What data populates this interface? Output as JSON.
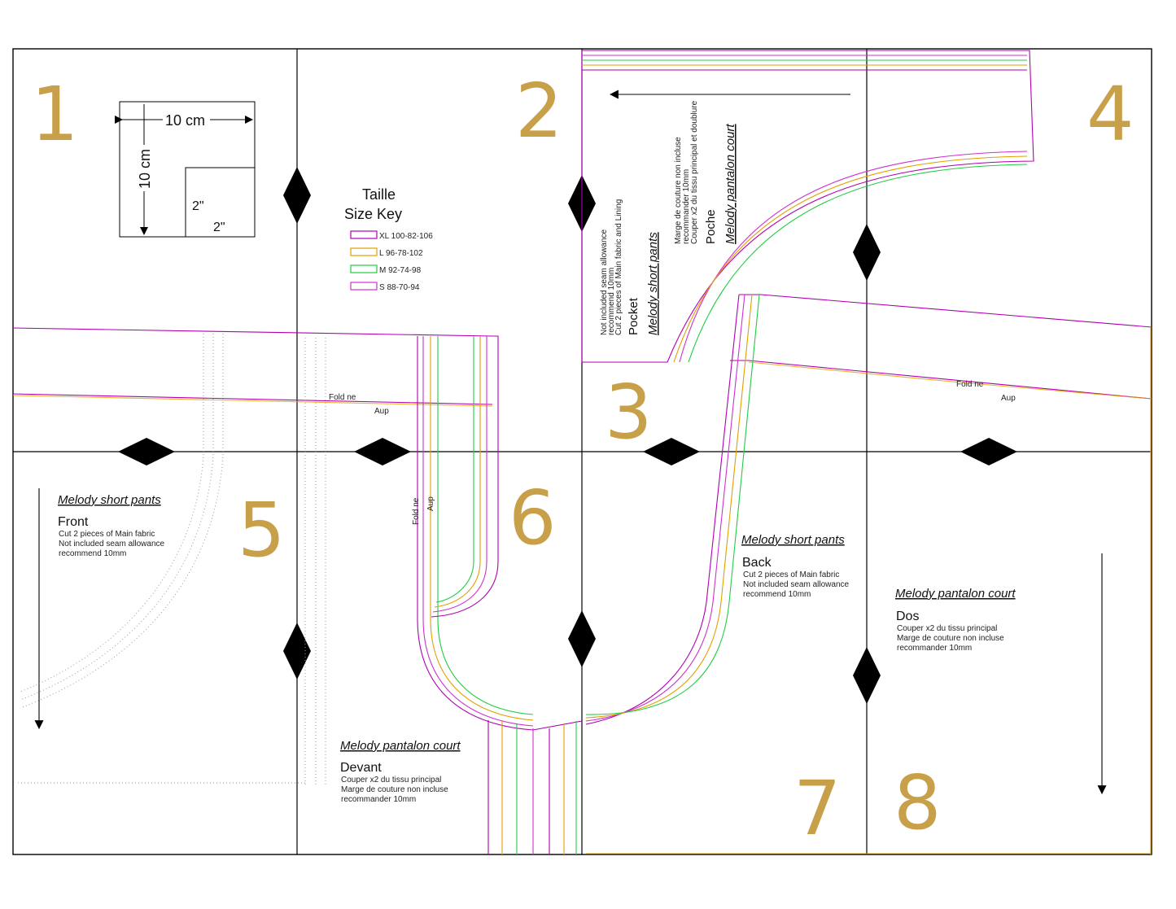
{
  "page_numbers": [
    "1",
    "2",
    "3",
    "4",
    "5",
    "6",
    "7",
    "8"
  ],
  "scale_box": {
    "width_label": "10 cm",
    "height_label": "10 cm",
    "inner_h_label": "2\"",
    "inner_w_label": "2\""
  },
  "size_key": {
    "title": "Taille",
    "subtitle": "Size Key",
    "sizes": [
      {
        "label": "XL  100-82-106",
        "color": "#b000b0"
      },
      {
        "label": "L 96-78-102",
        "color": "#e0a000"
      },
      {
        "label": "M 92-74-98",
        "color": "#22cc44"
      },
      {
        "label": "S  88-70-94",
        "color": "#cc33cc"
      }
    ]
  },
  "fold_labels": {
    "fold": "Fold ne",
    "aup": "Aup"
  },
  "pieces": {
    "pocket_en": {
      "title": "Melody short pants",
      "name": "Pocket",
      "lines": [
        "Cut 2 pieces of Main fabric and Lining",
        "recommend 10mm",
        "Not included seam allowance"
      ]
    },
    "pocket_fr": {
      "title": "Melody pantalon court",
      "name": "Poche",
      "lines": [
        "Couper x2 du tissu principal et doublure",
        "recommander 10mm",
        "Marge de couture non incluse"
      ]
    },
    "front_en": {
      "title": "Melody short pants",
      "name": "Front",
      "lines": [
        "Cut 2 pieces of Main fabric",
        "Not included seam allowance",
        "recommend 10mm"
      ]
    },
    "front_fr": {
      "title": "Melody pantalon court",
      "name": "Devant",
      "lines": [
        "Couper x2 du tissu principal",
        "Marge de couture non incluse",
        "recommander 10mm"
      ]
    },
    "back_en": {
      "title": "Melody short pants",
      "name": "Back",
      "lines": [
        "Cut 2 pieces of Main fabric",
        "Not included seam allowance",
        "recommend 10mm"
      ]
    },
    "back_fr": {
      "title": "Melody pantalon court",
      "name": "Dos",
      "lines": [
        "Couper x2 du tissu principal",
        "Marge de couture non incluse",
        "recommander 10mm"
      ]
    }
  },
  "colors": {
    "xl": "#b000b0",
    "l": "#e0a000",
    "m": "#22cc44",
    "s": "#cc33cc",
    "page_number": "#c9a04a",
    "grid": "#000000"
  }
}
